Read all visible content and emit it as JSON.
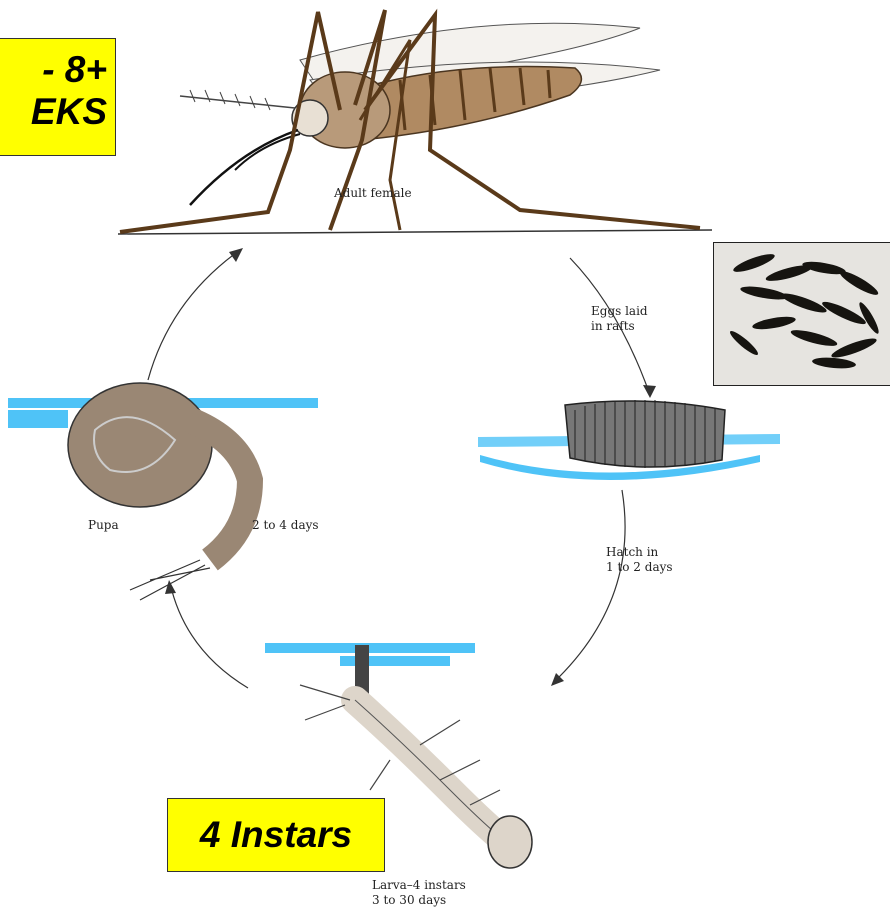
{
  "callouts": {
    "duration_line1": "- 8+",
    "duration_line2": "EKS",
    "instars_box": "4 Instars"
  },
  "stages": {
    "adult": "Adult female",
    "eggs_line1": "Eggs laid",
    "eggs_line2": "in rafts",
    "hatch_line1": "Hatch in",
    "hatch_line2": "1 to 2 days",
    "larva_line1": "Larva–4 instars",
    "larva_line2": "3 to 30 days",
    "pupa": "Pupa",
    "pupa_days": "2 to 4 days"
  },
  "colors": {
    "highlight": "#ffff00",
    "water": "#4fc3f7",
    "body": "#a88b6c"
  }
}
